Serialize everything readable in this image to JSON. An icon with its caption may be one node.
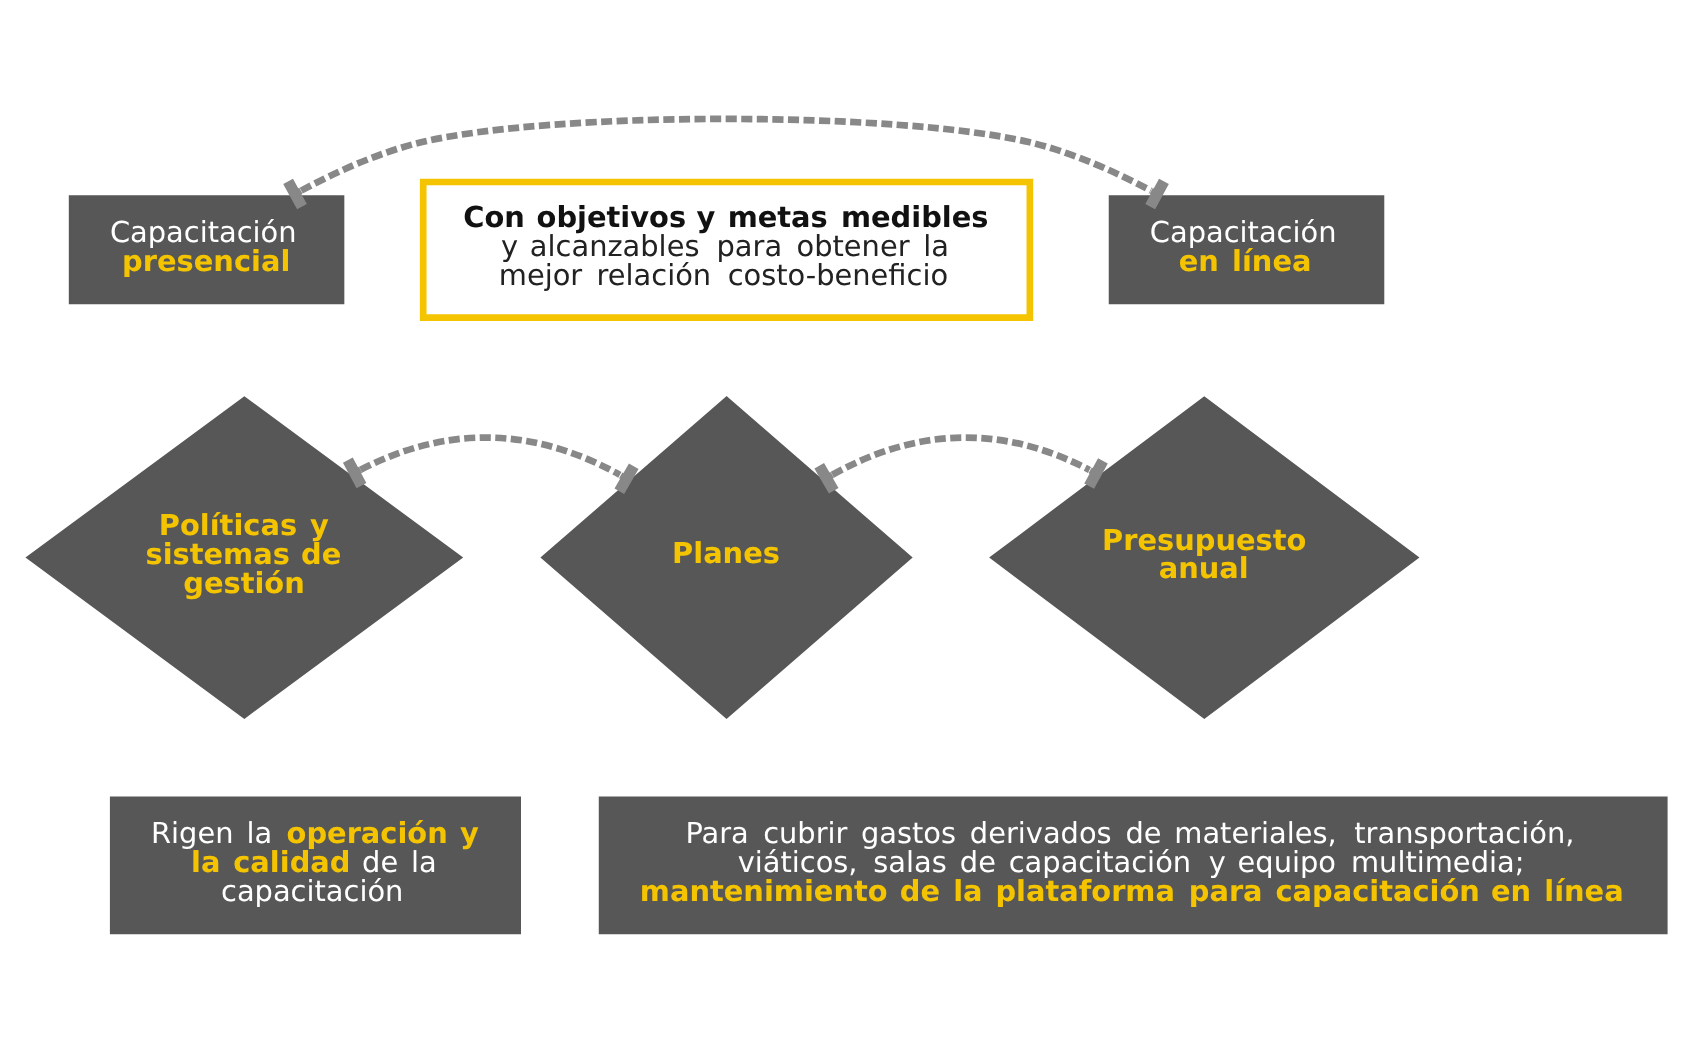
{
  "diagram": {
    "nodes": [
      {
        "text": [
          "Capacitación",
          "presencial"
        ]
      },
      {
        "text": [
          "Con objetivos y metas medibles",
          "y alcanzables para obtener la mejor relación costo-beneficio"
        ]
      },
      {
        "text": [
          "Capacitación",
          "en línea"
        ]
      },
      {
        "text": [
          "Políticas y sistemas de gestión"
        ]
      },
      {
        "text": [
          "Planes"
        ]
      },
      {
        "text": [
          "Presupuesto anual"
        ]
      },
      {
        "text": [
          "Rigen la **operación y la calidad** de la capacitación"
        ]
      },
      {
        "text": [
          "Para cubrir gastos derivados de materiales, transportación, viáticos, salas de capacitación y equipo multimedia;",
          "mantenimiento de la plataforma para capacitación en línea"
        ]
      }
    ],
    "edges": [
      {
        "from": 0,
        "to": 2,
        "arrow": "other",
        "style": "dashed"
      },
      {
        "from": 3,
        "to": 4,
        "arrow": "other",
        "style": "dashed"
      },
      {
        "from": 4,
        "to": 5,
        "arrow": "other",
        "style": "dashed"
      }
    ]
  }
}
